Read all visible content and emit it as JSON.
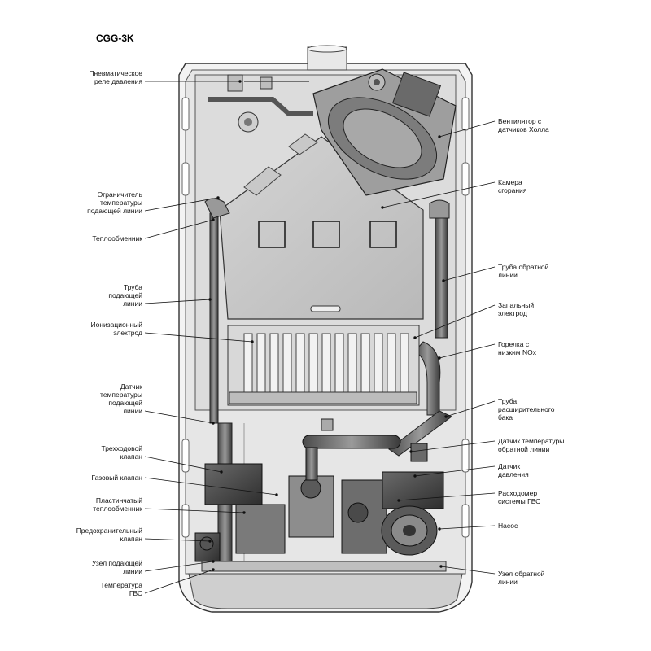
{
  "title": "CGG-3K",
  "labels_left": [
    {
      "id": "pressure-relay",
      "text": "Пневматическое\nреле давления"
    },
    {
      "id": "flow-temp-limiter",
      "text": "Ограничитель\nтемпературы\nподающей линии"
    },
    {
      "id": "heat-exchanger",
      "text": "Теплообменник"
    },
    {
      "id": "flow-pipe",
      "text": "Труба\nподающей\nлинии"
    },
    {
      "id": "ionization-electrode",
      "text": "Ионизационный\nэлектрод"
    },
    {
      "id": "flow-temp-sensor",
      "text": "Датчик\nтемпературы\nподающей\nлинии"
    },
    {
      "id": "three-way-valve",
      "text": "Трехходовой\nклапан"
    },
    {
      "id": "gas-valve",
      "text": "Газовый клапан"
    },
    {
      "id": "plate-heat-exchanger",
      "text": "Пластинчатый\nтеплообменник"
    },
    {
      "id": "safety-valve",
      "text": "Предохранительный\nклапан"
    },
    {
      "id": "flow-line-unit",
      "text": "Узел подающей\nлинии"
    },
    {
      "id": "dhw-temperature",
      "text": "Температура\nГВС"
    }
  ],
  "labels_right": [
    {
      "id": "fan-hall",
      "text": "Вентилятор с\nдатчиков Холла"
    },
    {
      "id": "combustion-chamber",
      "text": "Камера\nсгорания"
    },
    {
      "id": "return-pipe",
      "text": "Труба обратной\nлинии"
    },
    {
      "id": "ignition-electrode",
      "text": "Запальный\nэлектрод"
    },
    {
      "id": "low-nox-burner",
      "text": "Горелка с\nнизким NOx"
    },
    {
      "id": "expansion-tank-pipe",
      "text": "Труба\nрасширительного\nбака"
    },
    {
      "id": "return-temp-sensor",
      "text": "Датчик температуры\nобратной линии"
    },
    {
      "id": "pressure-sensor",
      "text": "Датчик\nдавления"
    },
    {
      "id": "dhw-flowmeter",
      "text": "Расходомер\nсистемы ГВС"
    },
    {
      "id": "pump",
      "text": "Насос"
    },
    {
      "id": "return-line-unit",
      "text": "Узел обратной\nлинии"
    }
  ]
}
